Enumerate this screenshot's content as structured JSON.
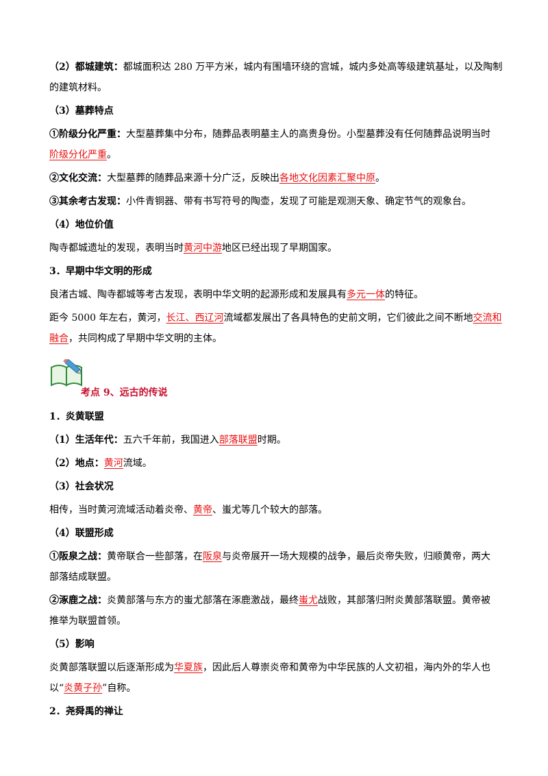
{
  "s1": {
    "label": "（2）都城建筑：",
    "text1": "都城面积达 280 万平方米，城内有围墙环绕的宫城，城内多处高等级建筑基址，以及陶制",
    "text2": "的建筑材料。"
  },
  "s2": {
    "label": "（3）墓葬特点"
  },
  "s3": {
    "label": "①阶级分化严重：",
    "text1": "大型墓葬集中分布，随葬品表明墓主人的高贵身份。小型墓葬没有任何随葬品说明当时",
    "hl": "阶级分化严重",
    "end": "。"
  },
  "s4": {
    "label": "②文化交流：",
    "text": "大型墓葬的随葬品来源十分广泛，反映出",
    "hl": "各地文化因素汇聚中原",
    "end": "。"
  },
  "s5": {
    "label": "③其余考古发现：",
    "text": "小件青铜器、带有书写符号的陶壶，发现了可能是观测天象、确定节气的观象台。"
  },
  "s6": {
    "label": "（4）地位价值"
  },
  "s7": {
    "pre": "陶寺都城遗址的发现，表明当时",
    "hl": "黄河中游",
    "post": "地区已经出现了早期国家。"
  },
  "s8": {
    "label": "3．早期中华文明的形成"
  },
  "s9": {
    "pre": "良渚古城、陶寺都城等考古发现，表明中华文明的起源形成和发展具有",
    "hl": "多元一体",
    "post": "的特征。"
  },
  "s10": {
    "pre": "距今 5000 年左右，黄河，",
    "hl1": "长江、西辽河",
    "mid": "流域都发展出了各具特色的史前文明，它们彼此之间不断地",
    "hl2a": "交流和",
    "hl2b": "融合",
    "post": "，共同构成了早期中华文明的主体。"
  },
  "kaodian": {
    "title": "考点 9、远古的传说"
  },
  "t1": {
    "label": "1．炎黄联盟"
  },
  "t2": {
    "label": "（1）生活年代：",
    "pre": "五六千年前，我国进入",
    "hl": "部落联盟",
    "post": "时期。"
  },
  "t3": {
    "label": "（2）地点：",
    "hl": "黄河",
    "post": "流域。"
  },
  "t4": {
    "label": "（3）社会状况"
  },
  "t5": {
    "pre": "相传，当时黄河流域活动着炎帝、",
    "hl": "黄帝",
    "post": "、蚩尤等几个较大的部落。"
  },
  "t6": {
    "label": "（4）联盟形成"
  },
  "t7": {
    "label": "①阪泉之战：",
    "pre": "黄帝联合一些部落，在",
    "hl": "阪泉",
    "post": "与炎帝展开一场大规模的战争，最后炎帝失败，归顺黄帝，两大",
    "line2": "部落结成联盟。"
  },
  "t8": {
    "label": "②涿鹿之战：",
    "pre": "炎黄部落与东方的蚩尤部落在涿鹿激战，最终",
    "hl": "蚩尤",
    "post": "战败，其部落归附炎黄部落联盟。黄帝被",
    "line2": "推举为联盟首领。"
  },
  "t9": {
    "label": "（5）影响"
  },
  "t10": {
    "pre": "炎黄部落联盟以后逐渐形成为",
    "hl": "华夏族",
    "post": "，因此后人尊崇炎帝和黄帝为中华民族的人文初祖，海内外的华人也",
    "l2pre": "以“",
    "l2hl": "炎黄子孙",
    "l2post": "”自称。"
  },
  "t11": {
    "label": "2．尧舜禹的禅让"
  },
  "colors": {
    "highlight": "#e8100f",
    "kaodian": "#c8102e",
    "icon_green": "#2e8b3a"
  },
  "icons": {
    "kaodian_icon": "book-pencil-icon"
  }
}
